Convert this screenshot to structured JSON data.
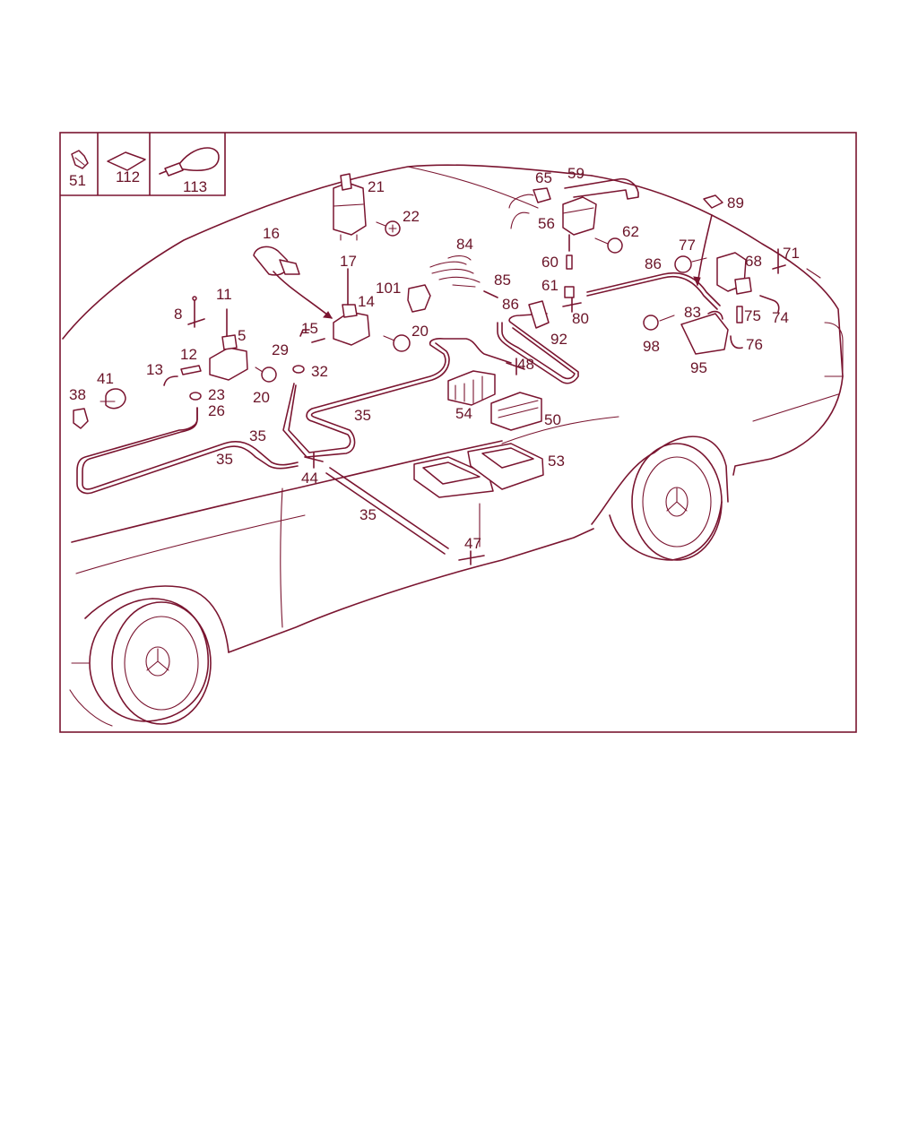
{
  "diagram": {
    "accent_color": "#7a1530",
    "inset_labels": [
      "51",
      "112",
      "113"
    ],
    "callouts": [
      {
        "id": "21",
        "text": "21"
      },
      {
        "id": "22",
        "text": "22"
      },
      {
        "id": "16",
        "text": "16"
      },
      {
        "id": "17",
        "text": "17"
      },
      {
        "id": "14",
        "text": "14"
      },
      {
        "id": "11",
        "text": "11"
      },
      {
        "id": "8",
        "text": "8"
      },
      {
        "id": "15",
        "text": "15"
      },
      {
        "id": "5",
        "text": "5"
      },
      {
        "id": "12",
        "text": "12"
      },
      {
        "id": "29",
        "text": "29"
      },
      {
        "id": "13",
        "text": "13"
      },
      {
        "id": "32",
        "text": "32"
      },
      {
        "id": "41",
        "text": "41"
      },
      {
        "id": "23",
        "text": "23"
      },
      {
        "id": "20a",
        "text": "20"
      },
      {
        "id": "38",
        "text": "38"
      },
      {
        "id": "26",
        "text": "26"
      },
      {
        "id": "35a",
        "text": "35"
      },
      {
        "id": "35b",
        "text": "35"
      },
      {
        "id": "35c",
        "text": "35"
      },
      {
        "id": "35d",
        "text": "35"
      },
      {
        "id": "44",
        "text": "44"
      },
      {
        "id": "47",
        "text": "47"
      },
      {
        "id": "53",
        "text": "53"
      },
      {
        "id": "50",
        "text": "50"
      },
      {
        "id": "54",
        "text": "54"
      },
      {
        "id": "48",
        "text": "48"
      },
      {
        "id": "101",
        "text": "101"
      },
      {
        "id": "20b",
        "text": "20"
      },
      {
        "id": "84",
        "text": "84"
      },
      {
        "id": "85",
        "text": "85"
      },
      {
        "id": "86a",
        "text": "86"
      },
      {
        "id": "65",
        "text": "65"
      },
      {
        "id": "59",
        "text": "59"
      },
      {
        "id": "56",
        "text": "56"
      },
      {
        "id": "62",
        "text": "62"
      },
      {
        "id": "60",
        "text": "60"
      },
      {
        "id": "61",
        "text": "61"
      },
      {
        "id": "80",
        "text": "80"
      },
      {
        "id": "92",
        "text": "92"
      },
      {
        "id": "86b",
        "text": "86"
      },
      {
        "id": "89",
        "text": "89"
      },
      {
        "id": "77",
        "text": "77"
      },
      {
        "id": "68",
        "text": "68"
      },
      {
        "id": "71",
        "text": "71"
      },
      {
        "id": "74",
        "text": "74"
      },
      {
        "id": "75",
        "text": "75"
      },
      {
        "id": "83",
        "text": "83"
      },
      {
        "id": "98",
        "text": "98"
      },
      {
        "id": "76",
        "text": "76"
      },
      {
        "id": "95",
        "text": "95"
      }
    ]
  }
}
